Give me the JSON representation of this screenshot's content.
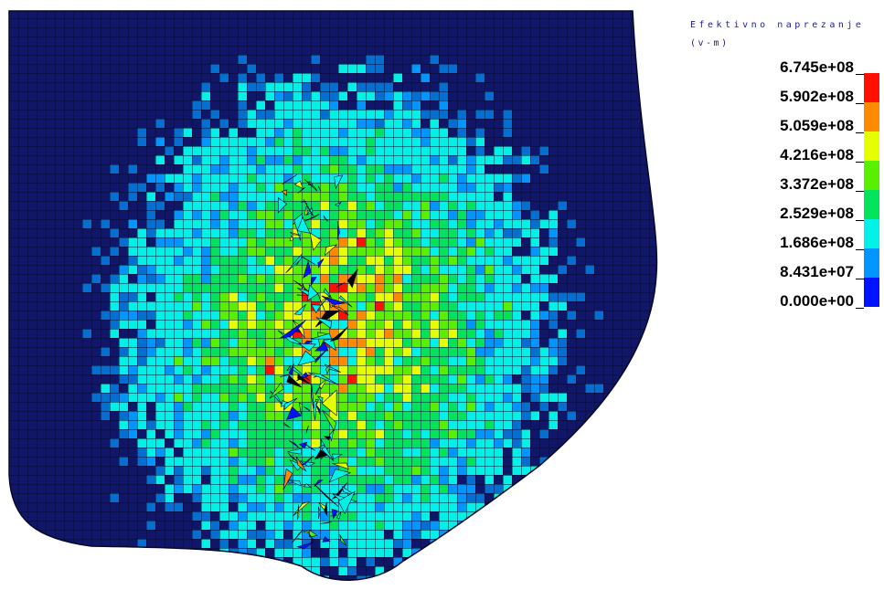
{
  "legend": {
    "title": "Efektivno naprezanje",
    "unit": "(v-m)",
    "labels": [
      "6.745e+08",
      "5.902e+08",
      "5.059e+08",
      "4.216e+08",
      "3.372e+08",
      "2.529e+08",
      "1.686e+08",
      "8.431e+07",
      "0.000e+00"
    ],
    "colors": [
      "#ff1000",
      "#ff8a00",
      "#e6ff00",
      "#59f000",
      "#00e35a",
      "#00f2e6",
      "#0095ff",
      "#0012ff"
    ]
  },
  "plot": {
    "background_color": "#0e1466",
    "mesh_line_color": "#050a30",
    "high_stress_color": "#ff2000"
  }
}
